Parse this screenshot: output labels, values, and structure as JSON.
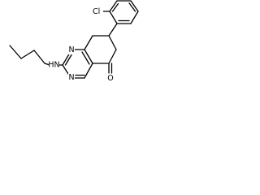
{
  "molecule": {
    "atoms": {
      "amine_n": "HN",
      "ring_n_upper": "N",
      "ring_n_lower": "N",
      "chlorine": "Cl",
      "oxygen": "O"
    }
  }
}
